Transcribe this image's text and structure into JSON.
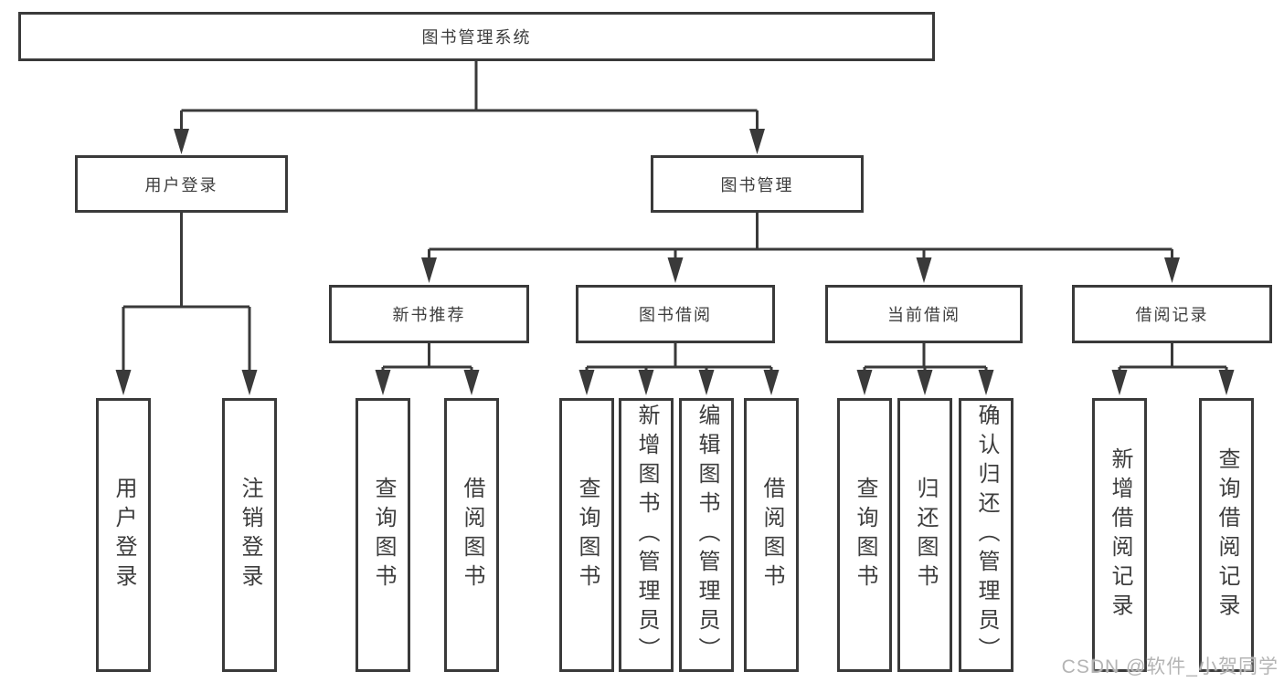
{
  "colors": {
    "line": "#3a3a3a",
    "text": "#3d3d3d",
    "background": "#ffffff",
    "watermark": "#b4b4b4"
  },
  "tree": {
    "root": {
      "label": "图书管理系统"
    },
    "branches": [
      {
        "label": "用户登录",
        "children": [
          "用户登录",
          "注销登录"
        ]
      },
      {
        "label": "图书管理",
        "children": [
          {
            "label": "新书推荐",
            "children": [
              "查询图书",
              "借阅图书"
            ]
          },
          {
            "label": "图书借阅",
            "children": [
              "查询图书",
              "新增图书（管理员）",
              "编辑图书（管理员）",
              "借阅图书"
            ]
          },
          {
            "label": "当前借阅",
            "children": [
              "查询图书",
              "归还图书",
              "确认归还（管理员）"
            ]
          },
          {
            "label": "借阅记录",
            "children": [
              "新增借阅记录",
              "查询借阅记录"
            ]
          }
        ]
      }
    ]
  },
  "watermark": "CSDN @软件_小贺同学"
}
